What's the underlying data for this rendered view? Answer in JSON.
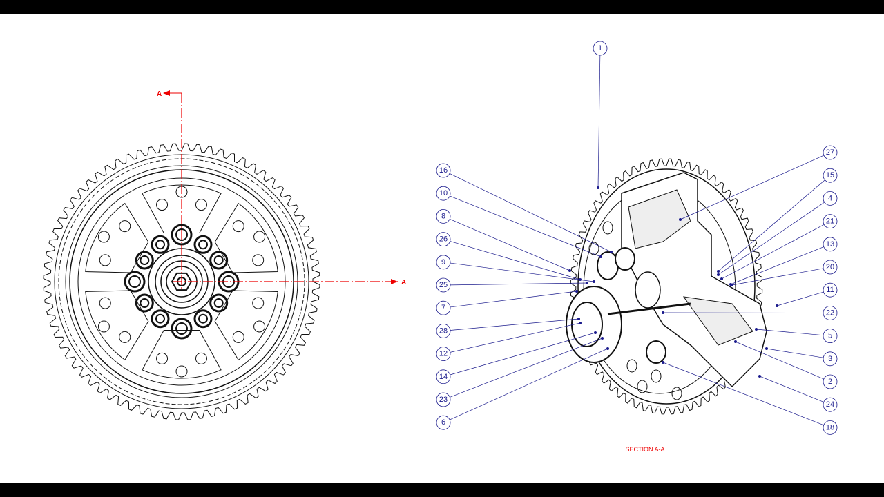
{
  "section_marker_left": "A",
  "section_marker_right": "A",
  "section_title": "SECTION A-A",
  "balloons": {
    "top": [
      "1"
    ],
    "left": [
      "16",
      "10",
      "8",
      "26",
      "9",
      "25",
      "7",
      "28",
      "12",
      "14",
      "23",
      "6"
    ],
    "right": [
      "27",
      "15",
      "4",
      "21",
      "13",
      "20",
      "11",
      "22",
      "5",
      "3",
      "2",
      "24",
      "18"
    ]
  },
  "colors": {
    "balloon": "#1a1a8c",
    "section": "#e00000",
    "line": "#111111"
  }
}
